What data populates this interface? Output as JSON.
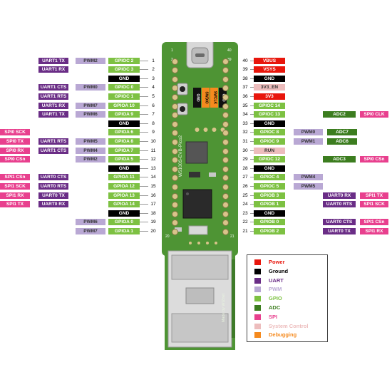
{
  "colors": {
    "power": "#e8160c",
    "ground": "#000000",
    "uart": "#6a2d86",
    "pwm": "#b9a8d4",
    "gpio": "#7dc142",
    "adc": "#3c7d1f",
    "spi": "#e8408e",
    "sys": "#edbdbd",
    "dbg": "#f58a1e",
    "pcb": "#4e9434",
    "pin": "#d9c48a"
  },
  "board": {
    "silk_model": "W5100S-EVB-Pico2",
    "silk_maker": "Made by WIZnet",
    "corner_1": "1",
    "corner_2": "2",
    "corner_39": "39",
    "corner_40": "40",
    "corner_20": "20",
    "corner_21": "21",
    "debug_labels": [
      "GND",
      "SWDIO",
      "SWCLK",
      "GND"
    ]
  },
  "left_pins": [
    {
      "pin": "1",
      "name": "GPIOC 2",
      "type": "gpio",
      "alts": [
        {
          "t": "PWM2",
          "c": "pwm"
        },
        {
          "t": "UART1 TX",
          "c": "uart"
        }
      ]
    },
    {
      "pin": "2",
      "name": "GPIOC 3",
      "type": "gpio",
      "alts": [
        {
          "t": "UART1 RX",
          "c": "uart"
        }
      ]
    },
    {
      "pin": "3",
      "name": "GND",
      "type": "ground",
      "alts": []
    },
    {
      "pin": "4",
      "name": "GPIOC 0",
      "type": "gpio",
      "alts": [
        {
          "t": "PWM0",
          "c": "pwm"
        },
        {
          "t": "UART1 CTS",
          "c": "uart"
        }
      ]
    },
    {
      "pin": "5",
      "name": "GPIOC 1",
      "type": "gpio",
      "alts": [
        {
          "t": "UART1 RTS",
          "c": "uart"
        }
      ]
    },
    {
      "pin": "6",
      "name": "GPIOA 10",
      "type": "gpio",
      "alts": [
        {
          "t": "PWM7",
          "c": "pwm"
        },
        {
          "t": "UART1 RX",
          "c": "uart"
        }
      ]
    },
    {
      "pin": "7",
      "name": "GPIOA 9",
      "type": "gpio",
      "alts": [
        {
          "t": "PWM6",
          "c": "pwm"
        },
        {
          "t": "UART1 TX",
          "c": "uart"
        }
      ]
    },
    {
      "pin": "8",
      "name": "GND",
      "type": "ground",
      "alts": []
    },
    {
      "pin": "9",
      "name": "GPIOA 6",
      "type": "gpio",
      "alts": [
        {
          "t": "SPI0 SCK",
          "c": "spi",
          "far": true
        }
      ]
    },
    {
      "pin": "10",
      "name": "GPIOA 8",
      "type": "gpio",
      "alts": [
        {
          "t": "PWM5",
          "c": "pwm"
        },
        {
          "t": "UART1 RTS",
          "c": "uart"
        },
        {
          "t": "SPI0 TX",
          "c": "spi"
        }
      ]
    },
    {
      "pin": "11",
      "name": "GPIOA 7",
      "type": "gpio",
      "alts": [
        {
          "t": "PWM4",
          "c": "pwm"
        },
        {
          "t": "UART1 CTS",
          "c": "uart"
        },
        {
          "t": "SPI0 RX",
          "c": "spi"
        }
      ]
    },
    {
      "pin": "12",
      "name": "GPIOA 5",
      "type": "gpio",
      "alts": [
        {
          "t": "PWM2",
          "c": "pwm"
        },
        {
          "t": "SPI0 CSn",
          "c": "spi",
          "far": true
        }
      ]
    },
    {
      "pin": "13",
      "name": "GND",
      "type": "ground",
      "alts": []
    },
    {
      "pin": "14",
      "name": "GPIOA 11",
      "type": "gpio",
      "alts": [
        {
          "t": "UART0 CTS",
          "c": "uart"
        },
        {
          "t": "SPI1 CSn",
          "c": "spi"
        }
      ]
    },
    {
      "pin": "15",
      "name": "GPIOA 12",
      "type": "gpio",
      "alts": [
        {
          "t": "UART0 RTS",
          "c": "uart"
        },
        {
          "t": "SPI1 SCK",
          "c": "spi"
        }
      ]
    },
    {
      "pin": "16",
      "name": "GPIOA 13",
      "type": "gpio",
      "alts": [
        {
          "t": "UART0 TX",
          "c": "uart"
        },
        {
          "t": "SPI1 RX",
          "c": "spi"
        }
      ]
    },
    {
      "pin": "17",
      "name": "GPIOA 14",
      "type": "gpio",
      "alts": [
        {
          "t": "UART0 RX",
          "c": "uart"
        },
        {
          "t": "SPI1 TX",
          "c": "spi"
        }
      ]
    },
    {
      "pin": "18",
      "name": "GND",
      "type": "ground",
      "alts": []
    },
    {
      "pin": "19",
      "name": "GPIOA 0",
      "type": "gpio",
      "alts": [
        {
          "t": "PWM6",
          "c": "pwm"
        }
      ]
    },
    {
      "pin": "20",
      "name": "GPIOA 1",
      "type": "gpio",
      "alts": [
        {
          "t": "PWM7",
          "c": "pwm"
        }
      ]
    }
  ],
  "right_pins": [
    {
      "pin": "40",
      "name": "VBUS",
      "type": "power",
      "alts": []
    },
    {
      "pin": "39",
      "name": "VSYS",
      "type": "power",
      "alts": []
    },
    {
      "pin": "38",
      "name": "GND",
      "type": "ground",
      "alts": []
    },
    {
      "pin": "37",
      "name": "3V3_EN",
      "type": "sys",
      "alts": []
    },
    {
      "pin": "36",
      "name": "3V3",
      "type": "power",
      "alts": []
    },
    {
      "pin": "35",
      "name": "GPIOC 14",
      "type": "gpio",
      "alts": []
    },
    {
      "pin": "34",
      "name": "GPIOC 13",
      "type": "gpio",
      "alts": [
        {
          "t": "ADC2",
          "c": "adc",
          "far": true
        },
        {
          "t": "SPI0 CLK",
          "c": "spi",
          "far": true
        }
      ]
    },
    {
      "pin": "33",
      "name": "GND",
      "type": "ground",
      "alts": []
    },
    {
      "pin": "32",
      "name": "GPIOC 8",
      "type": "gpio",
      "alts": [
        {
          "t": "PWM0",
          "c": "pwm"
        },
        {
          "t": "ADC7",
          "c": "adc"
        }
      ]
    },
    {
      "pin": "31",
      "name": "GPIOC 9",
      "type": "gpio",
      "alts": [
        {
          "t": "PWM1",
          "c": "pwm"
        },
        {
          "t": "ADC6",
          "c": "adc"
        }
      ]
    },
    {
      "pin": "30",
      "name": "RUN",
      "type": "sys",
      "alts": []
    },
    {
      "pin": "29",
      "name": "GPIOC 12",
      "type": "gpio",
      "alts": [
        {
          "t": "ADC3",
          "c": "adc",
          "far": true
        },
        {
          "t": "SPI0 CSn",
          "c": "spi",
          "far": true
        }
      ]
    },
    {
      "pin": "28",
      "name": "GND",
      "type": "ground",
      "alts": []
    },
    {
      "pin": "27",
      "name": "GPIOC 4",
      "type": "gpio",
      "alts": [
        {
          "t": "PWM4",
          "c": "pwm"
        }
      ]
    },
    {
      "pin": "26",
      "name": "GPIOC 5",
      "type": "gpio",
      "alts": [
        {
          "t": "PWM5",
          "c": "pwm"
        }
      ]
    },
    {
      "pin": "25",
      "name": "GPIOB 3",
      "type": "gpio",
      "alts": [
        {
          "t": "UART0 RX",
          "c": "uart",
          "far": true
        },
        {
          "t": "SPI1 TX",
          "c": "spi",
          "far": true
        }
      ]
    },
    {
      "pin": "24",
      "name": "GPIOB 1",
      "type": "gpio",
      "alts": [
        {
          "t": "UART0 RTS",
          "c": "uart",
          "far": true
        },
        {
          "t": "SPI1 SCK",
          "c": "spi",
          "far": true
        }
      ]
    },
    {
      "pin": "23",
      "name": "GND",
      "type": "ground",
      "alts": []
    },
    {
      "pin": "22",
      "name": "GPIOB 0",
      "type": "gpio",
      "alts": [
        {
          "t": "UART0 CTS",
          "c": "uart",
          "far": true
        },
        {
          "t": "SPI1 CSn",
          "c": "spi",
          "far": true
        }
      ]
    },
    {
      "pin": "21",
      "name": "GPIOB 2",
      "type": "gpio",
      "alts": [
        {
          "t": "UART0 TX",
          "c": "uart",
          "far": true
        },
        {
          "t": "SPI1 RX",
          "c": "spi",
          "far": true
        }
      ]
    }
  ],
  "legend": [
    {
      "label": "Power",
      "c": "power"
    },
    {
      "label": "Ground",
      "c": "ground"
    },
    {
      "label": "UART",
      "c": "uart"
    },
    {
      "label": "PWM",
      "c": "pwm"
    },
    {
      "label": "GPIO",
      "c": "gpio"
    },
    {
      "label": "ADC",
      "c": "adc"
    },
    {
      "label": "SPI",
      "c": "spi"
    },
    {
      "label": "System Control",
      "c": "sys"
    },
    {
      "label": "Debugging",
      "c": "dbg"
    }
  ]
}
